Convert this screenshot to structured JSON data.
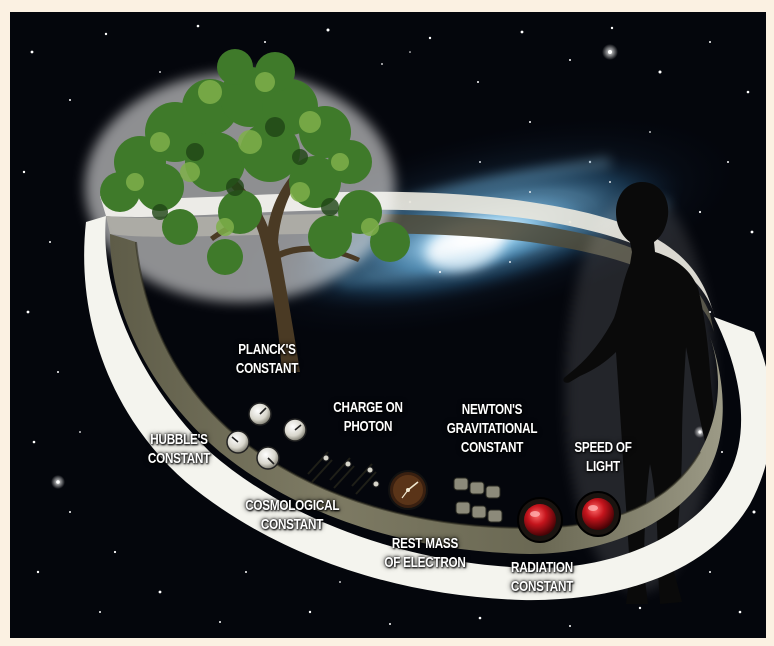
{
  "labels": {
    "planck": [
      "PLANCK'S",
      "CONSTANT"
    ],
    "hubble": [
      "HUBBLE'S",
      "CONSTANT"
    ],
    "charge": [
      "CHARGE ON",
      "PHOTON"
    ],
    "newton": [
      "NEWTON'S",
      "GRAVITATIONAL",
      "CONSTANT"
    ],
    "speed": [
      "SPEED OF",
      "LIGHT"
    ],
    "cosmological": [
      "COSMOLOGICAL",
      "CONSTANT"
    ],
    "electron": [
      "REST MASS",
      "OF ELECTRON"
    ],
    "radiation": [
      "RADIATION",
      "CONSTANT"
    ]
  },
  "colors": {
    "page_background": "#fbf1e2",
    "space": "#04060c",
    "galaxy_core": "#e8f6ff",
    "galaxy_arm": "#3f86b8",
    "band": "#76735e",
    "band_edge": "#f4f4ee",
    "foliage": "#3f7a2a",
    "silhouette": "#0a0a0a",
    "knob_red": "#b0121a",
    "label_text": "#ffffff"
  },
  "icons": [
    "tree-image",
    "human-silhouette",
    "galaxy-image",
    "dial-icon",
    "switch-icon",
    "gauge-icon",
    "red-knob-icon",
    "cylinder-weight-icon"
  ]
}
